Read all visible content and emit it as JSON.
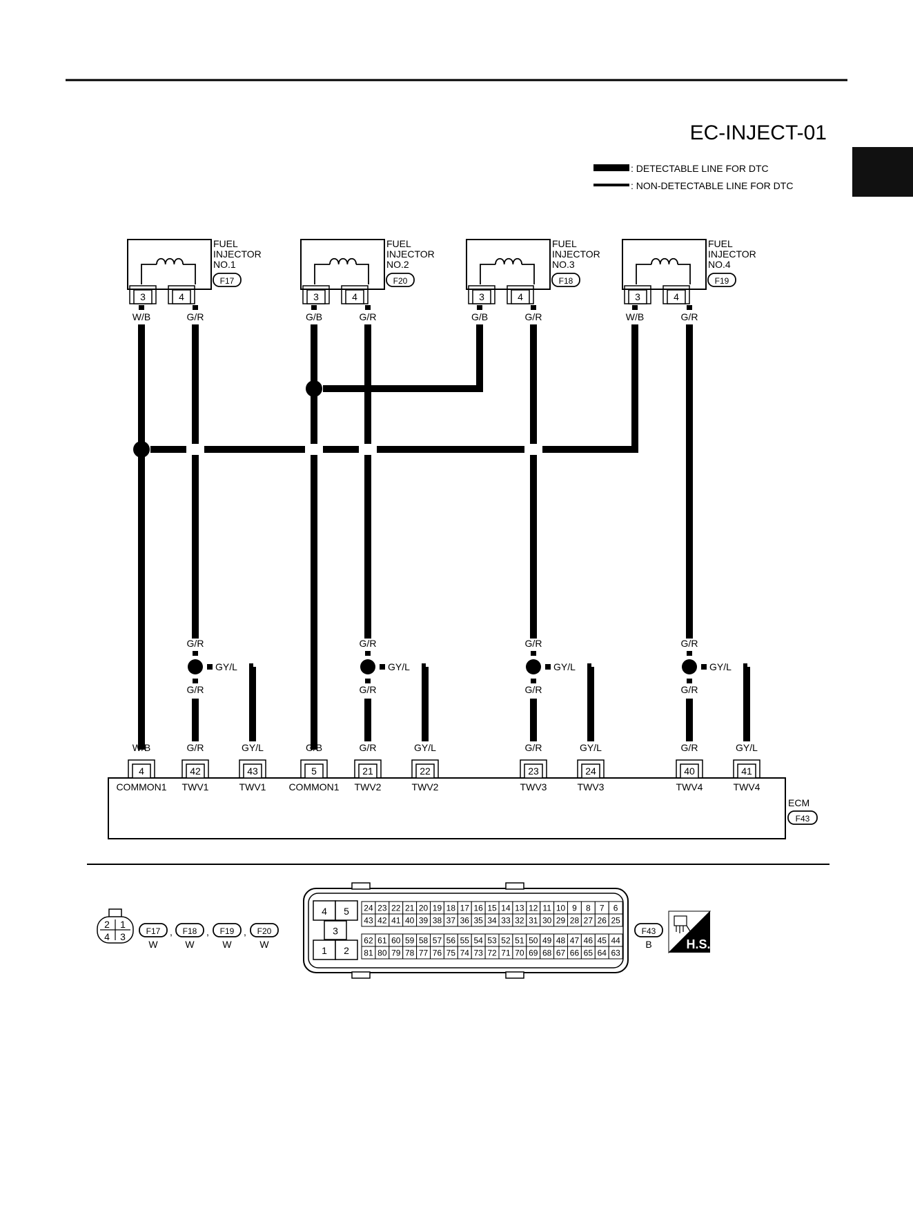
{
  "diagram_id": "EC-INJECT-01",
  "legend": {
    "detectable": ": DETECTABLE LINE FOR DTC",
    "non_detectable": ": NON-DETECTABLE LINE FOR DTC"
  },
  "injectors": [
    {
      "title_l1": "FUEL",
      "title_l2": "INJECTOR",
      "title_l3": "NO.1",
      "connector": "F17",
      "pin_a": "3",
      "pin_b": "4",
      "wire_a": "W/B",
      "wire_b": "G/R"
    },
    {
      "title_l1": "FUEL",
      "title_l2": "INJECTOR",
      "title_l3": "NO.2",
      "connector": "F20",
      "pin_a": "3",
      "pin_b": "4",
      "wire_a": "G/B",
      "wire_b": "G/R"
    },
    {
      "title_l1": "FUEL",
      "title_l2": "INJECTOR",
      "title_l3": "NO.3",
      "connector": "F18",
      "pin_a": "3",
      "pin_b": "4",
      "wire_a": "G/B",
      "wire_b": "G/R"
    },
    {
      "title_l1": "FUEL",
      "title_l2": "INJECTOR",
      "title_l3": "NO.4",
      "connector": "F19",
      "pin_a": "3",
      "pin_b": "4",
      "wire_a": "W/B",
      "wire_b": "G/R"
    }
  ],
  "splices": [
    {
      "upper": "G/R",
      "lower": "G/R",
      "branch": "GY/L"
    },
    {
      "upper": "G/R",
      "lower": "G/R",
      "branch": "GY/L"
    },
    {
      "upper": "G/R",
      "lower": "G/R",
      "branch": "GY/L"
    },
    {
      "upper": "G/R",
      "lower": "G/R",
      "branch": "GY/L"
    }
  ],
  "ecm": {
    "name": "ECM",
    "connector": "F43",
    "terminals": [
      {
        "wire": "W/B",
        "pin": "4",
        "name": "COMMON1"
      },
      {
        "wire": "G/R",
        "pin": "42",
        "name": "TWV1"
      },
      {
        "wire": "GY/L",
        "pin": "43",
        "name": "TWV1"
      },
      {
        "wire": "G/B",
        "pin": "5",
        "name": "COMMON1"
      },
      {
        "wire": "G/R",
        "pin": "21",
        "name": "TWV2"
      },
      {
        "wire": "GY/L",
        "pin": "22",
        "name": "TWV2"
      },
      {
        "wire": "G/R",
        "pin": "23",
        "name": "TWV3"
      },
      {
        "wire": "GY/L",
        "pin": "24",
        "name": "TWV3"
      },
      {
        "wire": "G/R",
        "pin": "40",
        "name": "TWV4"
      },
      {
        "wire": "GY/L",
        "pin": "41",
        "name": "TWV4"
      }
    ]
  },
  "connector_views": {
    "small": {
      "pins": [
        "2",
        "1",
        "4",
        "3"
      ],
      "refs": [
        {
          "id": "F17",
          "color": "W"
        },
        {
          "id": "F18",
          "color": "W"
        },
        {
          "id": "F19",
          "color": "W"
        },
        {
          "id": "F20",
          "color": "W"
        }
      ],
      "separator": ","
    },
    "ecm": {
      "big_pins": [
        "4",
        "5",
        "3",
        "1",
        "2"
      ],
      "row1": [
        "24",
        "23",
        "22",
        "21",
        "20",
        "19",
        "18",
        "17",
        "16",
        "15",
        "14",
        "13",
        "12",
        "11",
        "10",
        "9",
        "8",
        "7",
        "6"
      ],
      "row2": [
        "43",
        "42",
        "41",
        "40",
        "39",
        "38",
        "37",
        "36",
        "35",
        "34",
        "33",
        "32",
        "31",
        "30",
        "29",
        "28",
        "27",
        "26",
        "25"
      ],
      "row3": [
        "62",
        "61",
        "60",
        "59",
        "58",
        "57",
        "56",
        "55",
        "54",
        "53",
        "52",
        "51",
        "50",
        "49",
        "48",
        "47",
        "46",
        "45",
        "44"
      ],
      "row4": [
        "81",
        "80",
        "79",
        "78",
        "77",
        "76",
        "75",
        "74",
        "73",
        "72",
        "71",
        "70",
        "69",
        "68",
        "67",
        "66",
        "65",
        "64",
        "63"
      ],
      "ref": {
        "id": "F43",
        "color": "B"
      }
    },
    "hs_badge": "H.S."
  }
}
